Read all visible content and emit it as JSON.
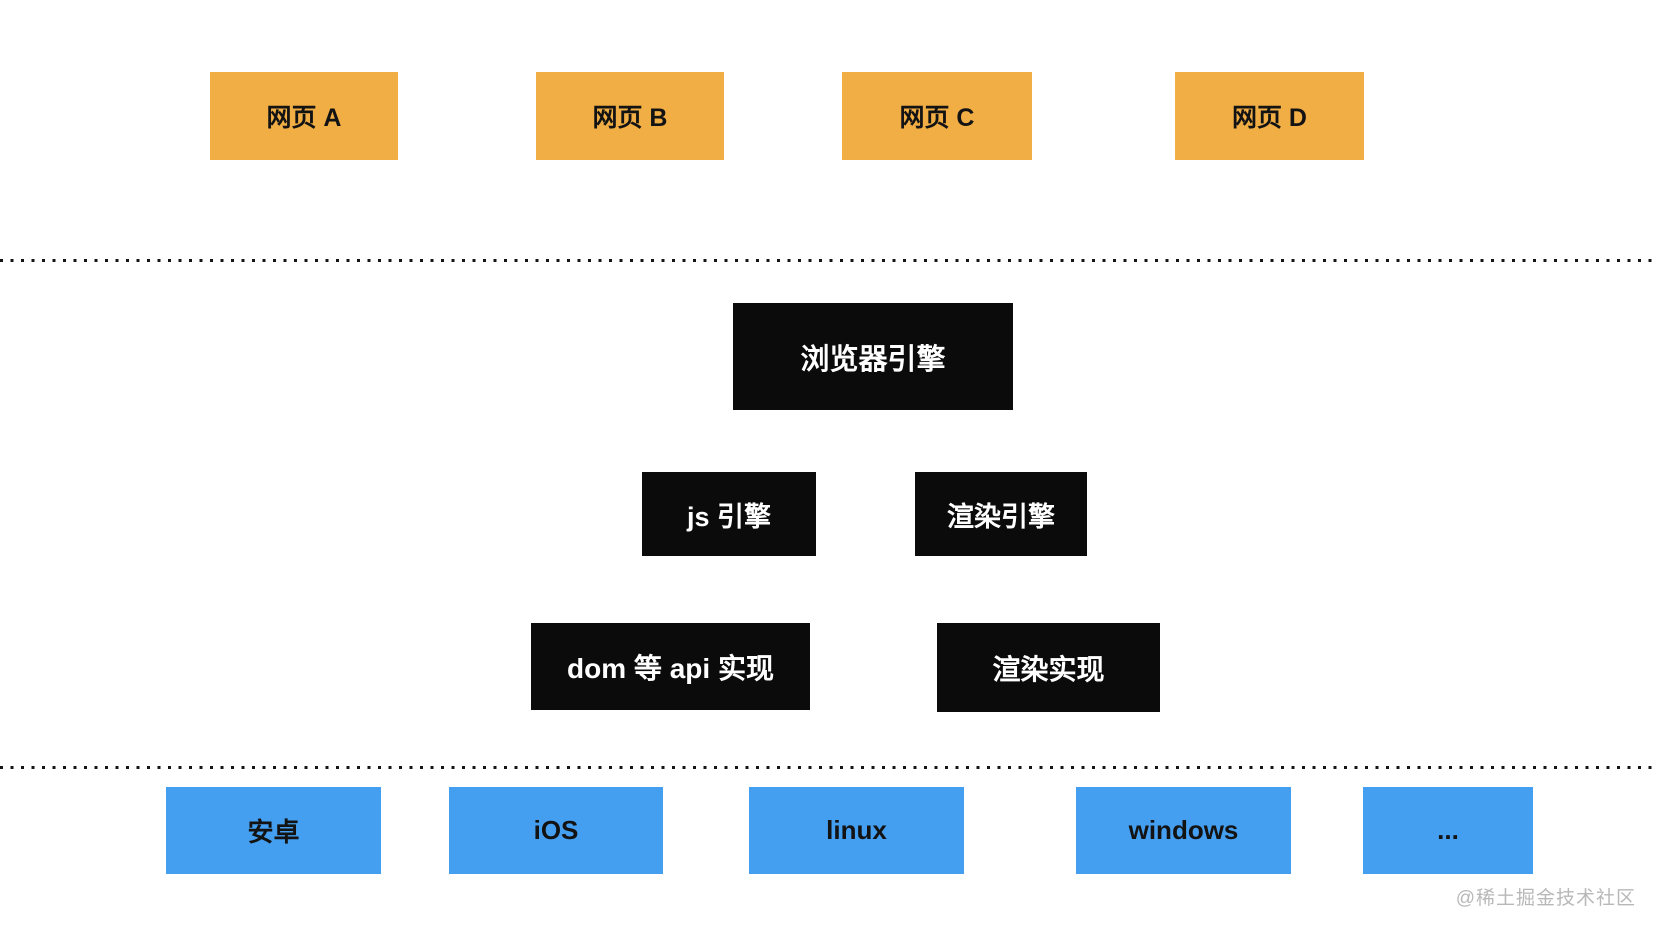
{
  "colors": {
    "web_box": "#F0AE45",
    "engine_box": "#0B0B0B",
    "platform_box": "#459FF0",
    "divider": "#141414",
    "watermark_text": "#B8B8B8"
  },
  "web_pages": {
    "items": [
      {
        "label": "网页 A"
      },
      {
        "label": "网页 B"
      },
      {
        "label": "网页 C"
      },
      {
        "label": "网页 D"
      }
    ]
  },
  "engine_layer": {
    "browser_engine": {
      "label": "浏览器引擎"
    },
    "js_engine": {
      "label": "js 引擎"
    },
    "render_engine": {
      "label": "渲染引擎"
    },
    "dom_api_impl": {
      "label": "dom 等 api 实现"
    },
    "render_impl": {
      "label": "渲染实现"
    }
  },
  "platforms": {
    "items": [
      {
        "label": "安卓"
      },
      {
        "label": "iOS"
      },
      {
        "label": "linux"
      },
      {
        "label": "windows"
      },
      {
        "label": "..."
      }
    ]
  },
  "watermark": {
    "label": "@稀土掘金技术社区"
  }
}
